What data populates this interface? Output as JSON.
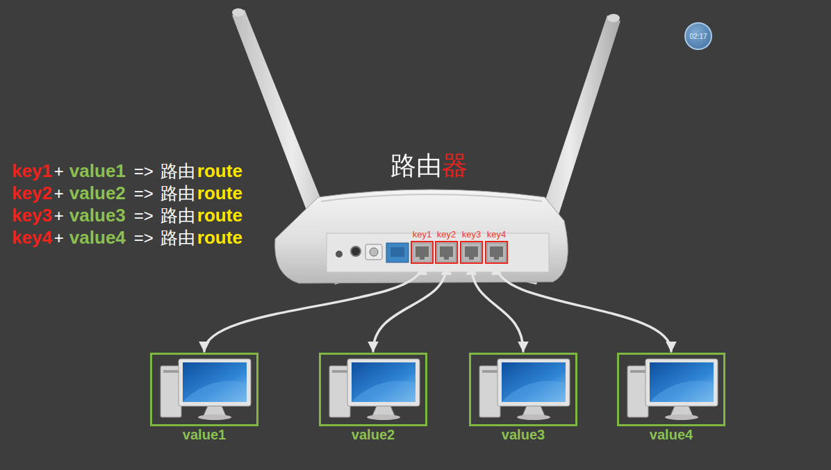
{
  "diagram": {
    "title": "路由器",
    "nodes": [
      {
        "text": [
          "02:17"
        ]
      },
      {
        "text": [
          "key1"
        ]
      },
      {
        "text": [
          "key2"
        ]
      },
      {
        "text": [
          "key3"
        ]
      },
      {
        "text": [
          "key4"
        ]
      },
      {
        "text": [
          "value1"
        ]
      },
      {
        "text": [
          "value2"
        ]
      },
      {
        "text": [
          "value3"
        ]
      },
      {
        "text": [
          "value4"
        ]
      }
    ],
    "edges": [
      {
        "from": 1,
        "to": 5,
        "arrow": "both"
      },
      {
        "from": 2,
        "to": 6,
        "arrow": "both"
      },
      {
        "from": 3,
        "to": 7,
        "arrow": "both"
      },
      {
        "from": 4,
        "to": 8,
        "arrow": "both"
      }
    ],
    "labels": [
      "key1",
      "+",
      "value1",
      "=>",
      "路由",
      "route",
      "key2",
      "+",
      "value2",
      "=>",
      "路由",
      "route",
      "key3",
      "+",
      "value3",
      "=>",
      "路由",
      "route",
      "key4",
      "+",
      "value4",
      "=>",
      "路由",
      "route"
    ]
  }
}
